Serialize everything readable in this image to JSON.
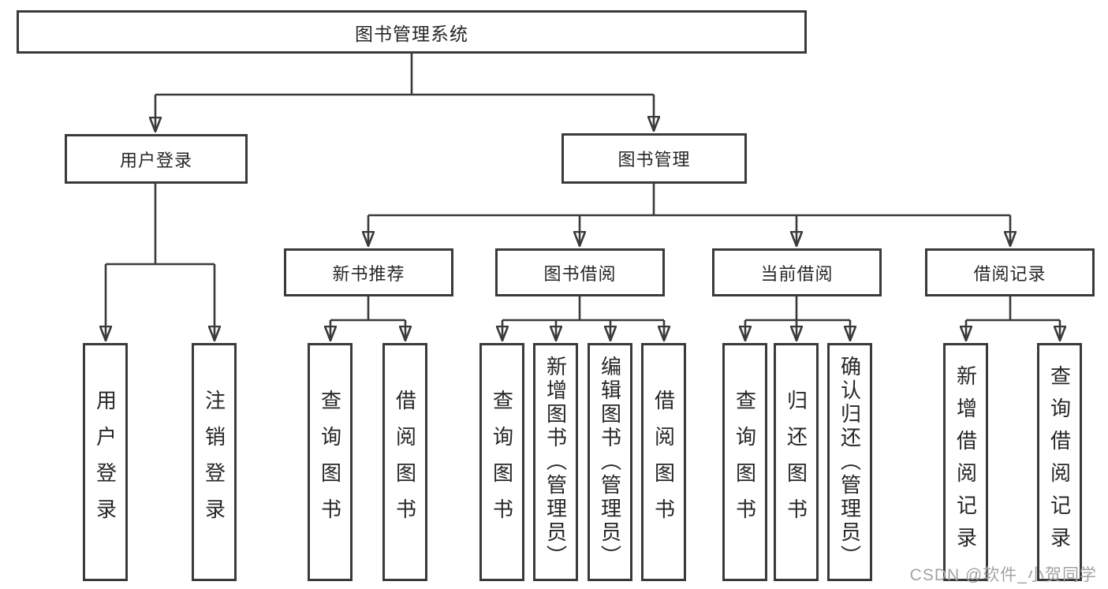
{
  "diagram": {
    "root": {
      "label": "图书管理系统"
    },
    "level2": [
      {
        "label": "用户登录"
      },
      {
        "label": "图书管理"
      }
    ],
    "level3": [
      {
        "label": "新书推荐"
      },
      {
        "label": "图书借阅"
      },
      {
        "label": "当前借阅"
      },
      {
        "label": "借阅记录"
      }
    ],
    "leaves": [
      {
        "label": "用户登录"
      },
      {
        "label": "注销登录"
      },
      {
        "label": "查询图书"
      },
      {
        "label": "借阅图书"
      },
      {
        "label": "查询图书"
      },
      {
        "label": "新增图书（管理员）"
      },
      {
        "label": "编辑图书（管理员）"
      },
      {
        "label": "借阅图书"
      },
      {
        "label": "查询图书"
      },
      {
        "label": "归还图书"
      },
      {
        "label": "确认归还（管理员）"
      },
      {
        "label": "新增借阅记录"
      },
      {
        "label": "查询借阅记录"
      }
    ]
  },
  "watermark": {
    "text": "CSDN @软件_小贺同学"
  },
  "colors": {
    "line": "#3a3a3a",
    "text": "#262626",
    "watermark": "#a3a3a3",
    "background": "#ffffff"
  }
}
